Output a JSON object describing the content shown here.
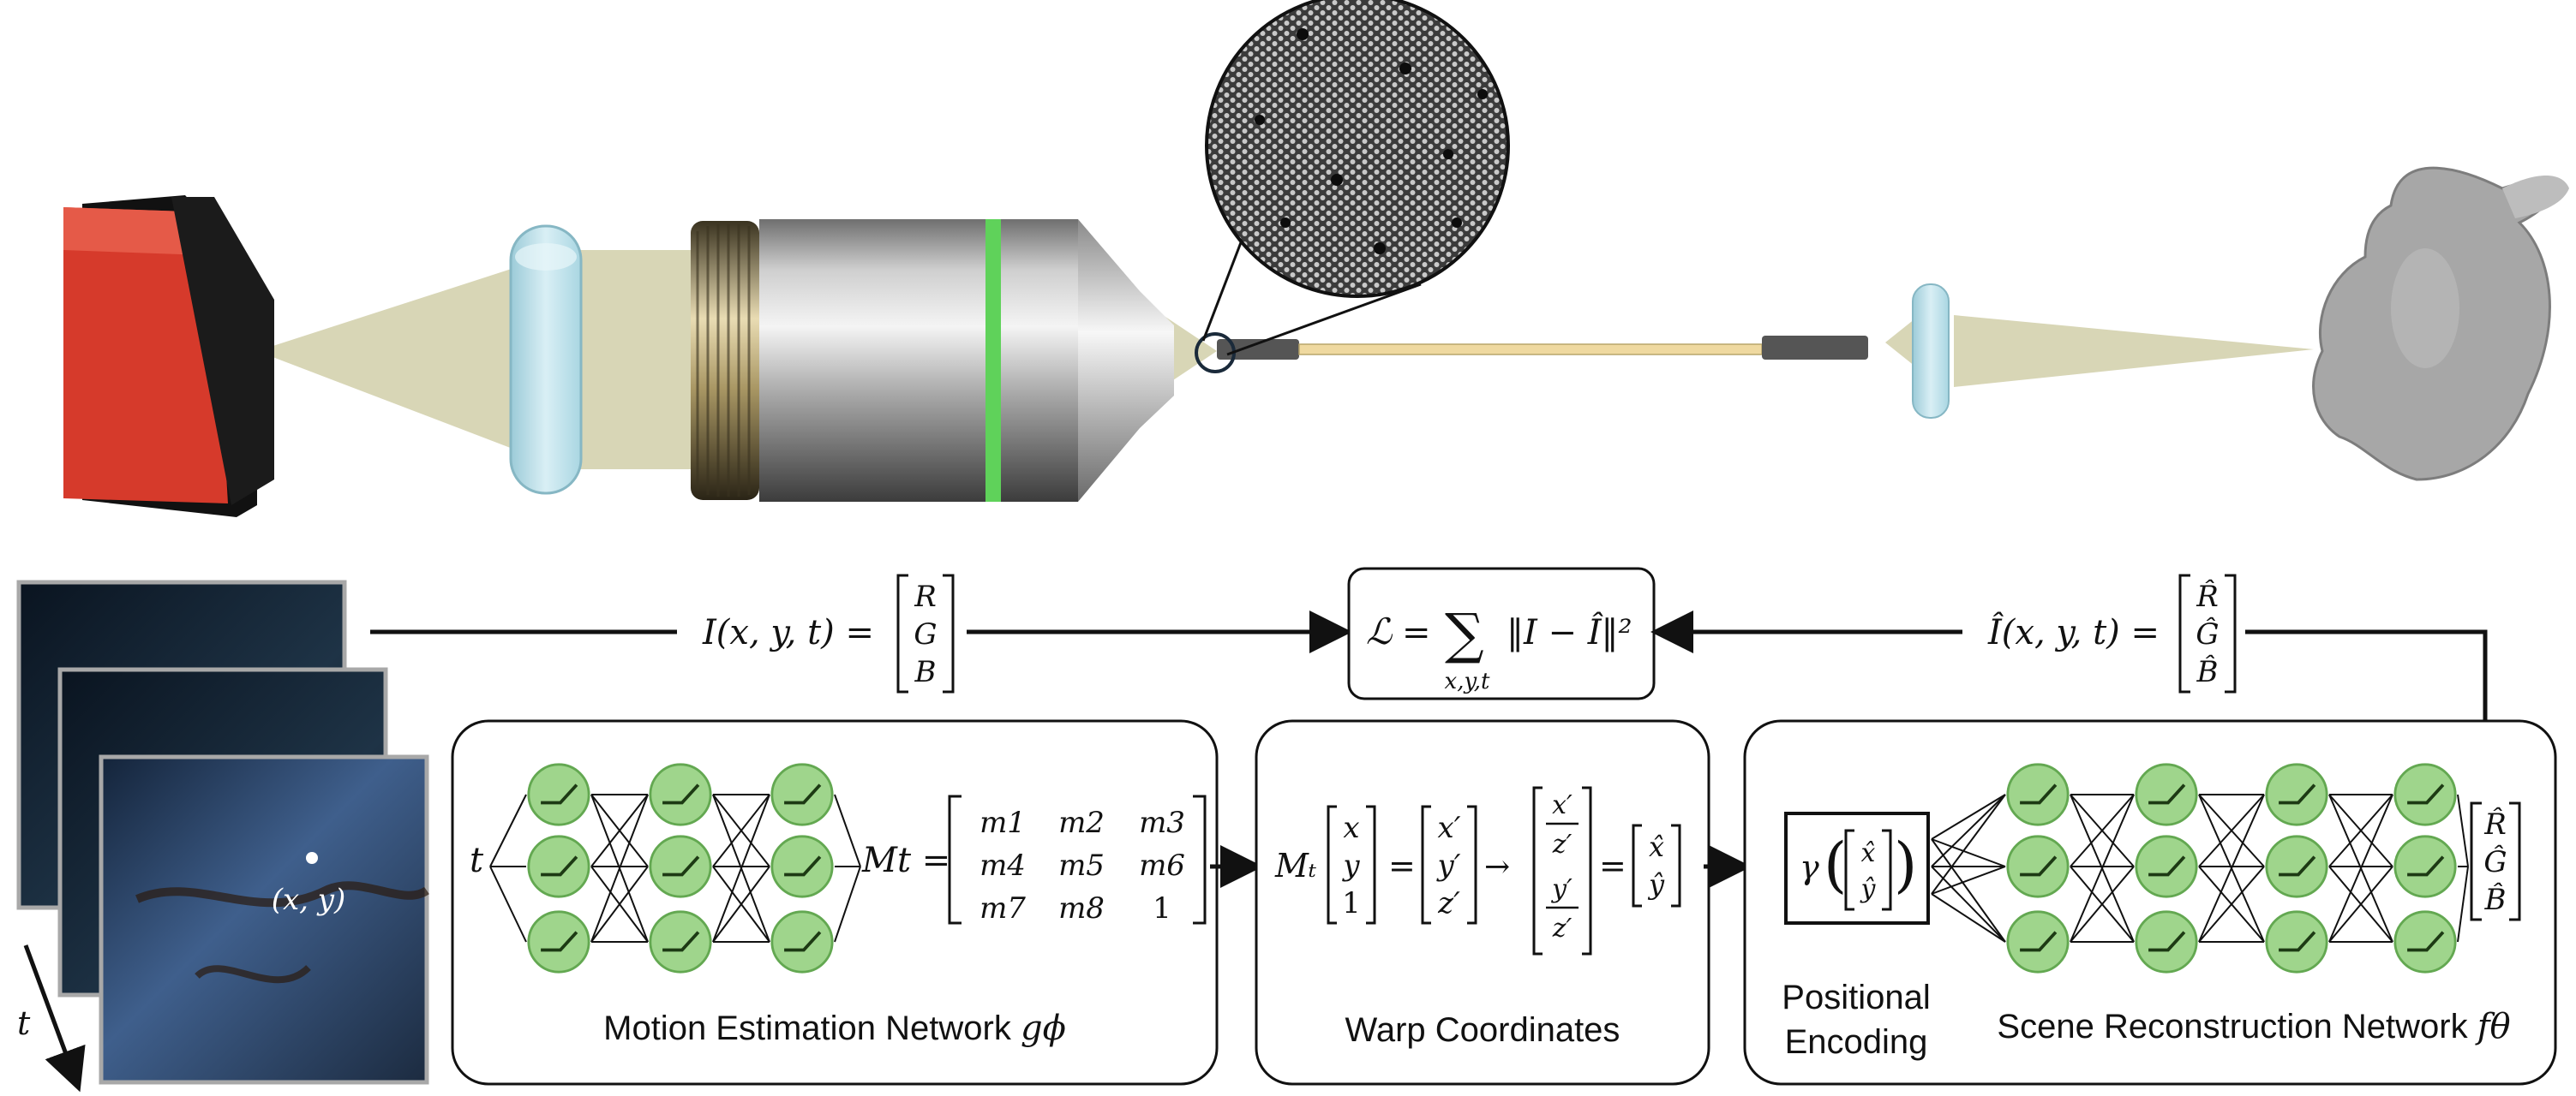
{
  "colors": {
    "beam": "#d8d6b6",
    "lens": "#b9dde8",
    "camera": "#d63a2b",
    "node_fill": "#9fd58c",
    "node_stroke": "#63a851",
    "objective_band": "#5fd25a",
    "fiber": "#efd9a0"
  },
  "labels": {
    "time_axis": "t",
    "point_coord": "(x, y)",
    "loss_symbol": "ℒ",
    "loss_sum_sub": "x,y,t",
    "measured_lhs": "I(x, y, t) =",
    "measured_vec": [
      "R",
      "G",
      "B"
    ],
    "predicted_lhs": "Î(x, y, t) =",
    "predicted_vec": [
      "R̂",
      "Ĝ",
      "B̂"
    ],
    "time_input": "t",
    "mt_lhs": "Mt =",
    "matrix": [
      [
        "m1",
        "m2",
        "m3"
      ],
      [
        "m4",
        "m5",
        "m6"
      ],
      [
        "m7",
        "m8",
        "1"
      ]
    ],
    "warp_vec_in": [
      "x",
      "y",
      "1"
    ],
    "warp_vec_mid": [
      "x′",
      "y′",
      "z′"
    ],
    "warp_frac_num": [
      "x′",
      "y′"
    ],
    "warp_frac_den": "z′",
    "warp_vec_out": [
      "x̂",
      "ŷ"
    ],
    "encoding_gamma": "γ",
    "motion_title": "Motion Estimation Network",
    "motion_sym": "gϕ",
    "warp_title": "Warp Coordinates",
    "pe_title_1": "Positional",
    "pe_title_2": "Encoding",
    "scene_title": "Scene Reconstruction Network",
    "scene_sym": "fθ",
    "output_vec": [
      "R̂",
      "Ĝ",
      "B̂"
    ]
  },
  "icons": [
    "camera-icon",
    "lens-icon",
    "objective-icon",
    "fiber-bundle-icon",
    "magnifier-icon",
    "bunny-icon",
    "activation-icon"
  ]
}
